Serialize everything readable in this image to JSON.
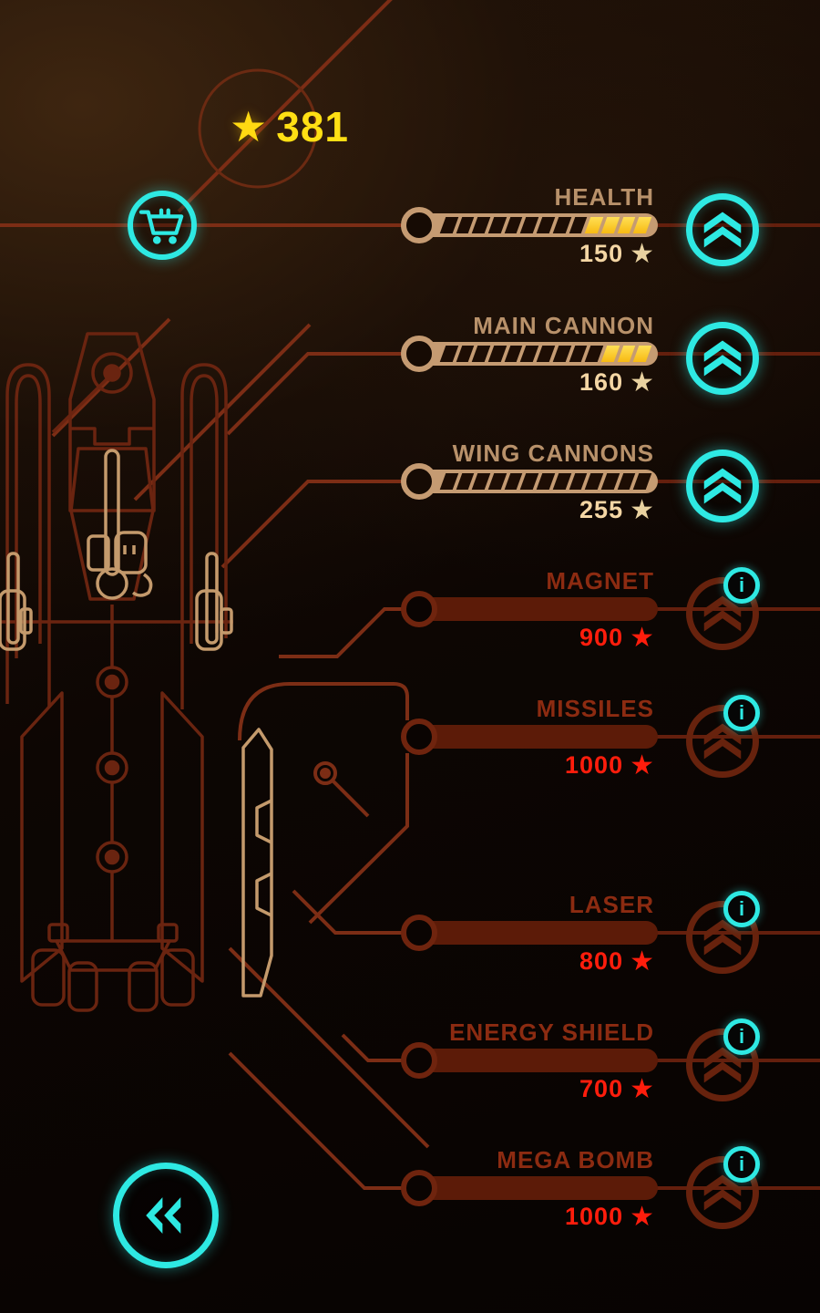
{
  "header": {
    "currency": "381"
  },
  "icons": {
    "star": "★",
    "info": "i",
    "shop": "cart-icon",
    "back": "double-chevron-left-icon",
    "upgrade": "double-chevron-up-icon"
  },
  "colors": {
    "accent_cyan": "#2ee9e3",
    "tan": "#c59b72",
    "segment_yellow": "#f7ba12",
    "currency_yellow": "#ffdf14",
    "locked_maroon": "#6b2410",
    "price_red": "#ff1d0c",
    "circuit_line": "#7c2d15"
  },
  "upgrades": [
    {
      "name": "HEALTH",
      "price": "150",
      "state": "unlocked",
      "segments_total": 13,
      "segments_filled": 4
    },
    {
      "name": "MAIN CANNON",
      "price": "160",
      "state": "unlocked",
      "segments_total": 13,
      "segments_filled": 3
    },
    {
      "name": "WING CANNONS",
      "price": "255",
      "state": "unlocked",
      "segments_total": 13,
      "segments_filled": 0
    },
    {
      "name": "MAGNET",
      "price": "900",
      "state": "locked"
    },
    {
      "name": "MISSILES",
      "price": "1000",
      "state": "locked"
    },
    {
      "name": "LASER",
      "price": "800",
      "state": "locked"
    },
    {
      "name": "ENERGY SHIELD",
      "price": "700",
      "state": "locked"
    },
    {
      "name": "MEGA BOMB",
      "price": "1000",
      "state": "locked"
    }
  ]
}
